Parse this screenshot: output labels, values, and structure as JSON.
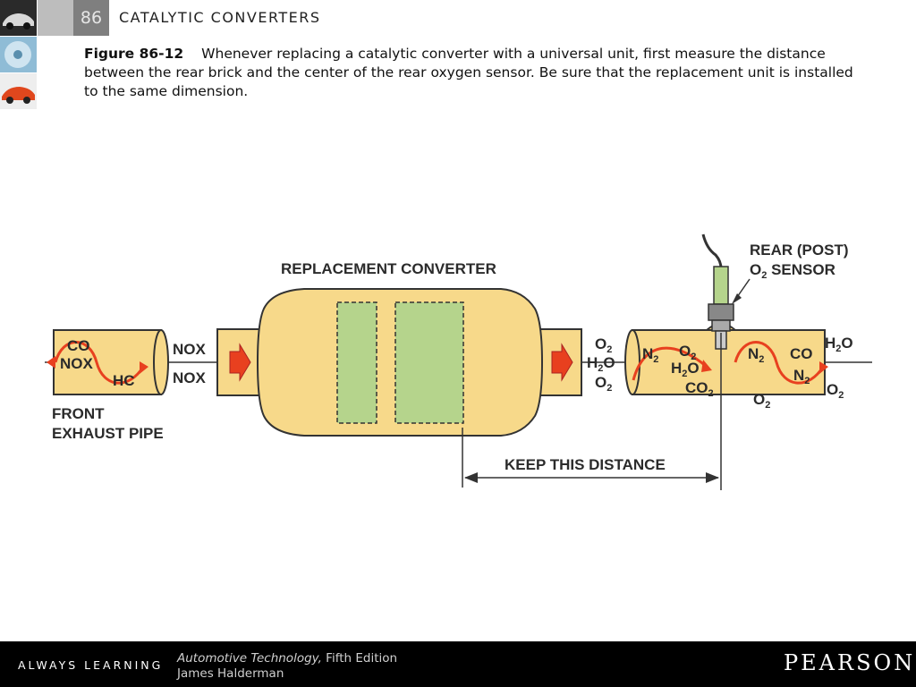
{
  "header": {
    "chapter_number": "86",
    "chapter_title": "CATALYTIC CONVERTERS"
  },
  "caption": {
    "figure_label": "Figure 86-12",
    "text": "Whenever replacing a catalytic converter with a universal unit, first measure the distance between the rear brick and the center of the rear oxygen sensor. Be sure that the replacement unit is installed to the same dimension."
  },
  "diagram": {
    "replacement_converter": "REPLACEMENT CONVERTER",
    "rear_sensor_line1": "REAR (POST)",
    "rear_sensor_o2": "O",
    "rear_sensor_sub": "2",
    "rear_sensor_rest": " SENSOR",
    "front_pipe_line1": "FRONT",
    "front_pipe_line2": "EXHAUST PIPE",
    "keep_distance": "KEEP THIS DISTANCE",
    "front_co": "CO",
    "front_nox": "NOX",
    "front_hc": "HC",
    "inlet_nox_top": "NOX",
    "inlet_nox_bottom": "NOX",
    "colors": {
      "pipe_fill": "#f7d98a",
      "brick_fill": "#b5d48c",
      "arrow": "#e8401f",
      "outline": "#333333"
    }
  },
  "footer": {
    "tagline": "ALWAYS LEARNING",
    "book_title": "Automotive Technology,",
    "edition": " Fifth Edition",
    "author": "James Halderman",
    "publisher": "PEARSON"
  }
}
